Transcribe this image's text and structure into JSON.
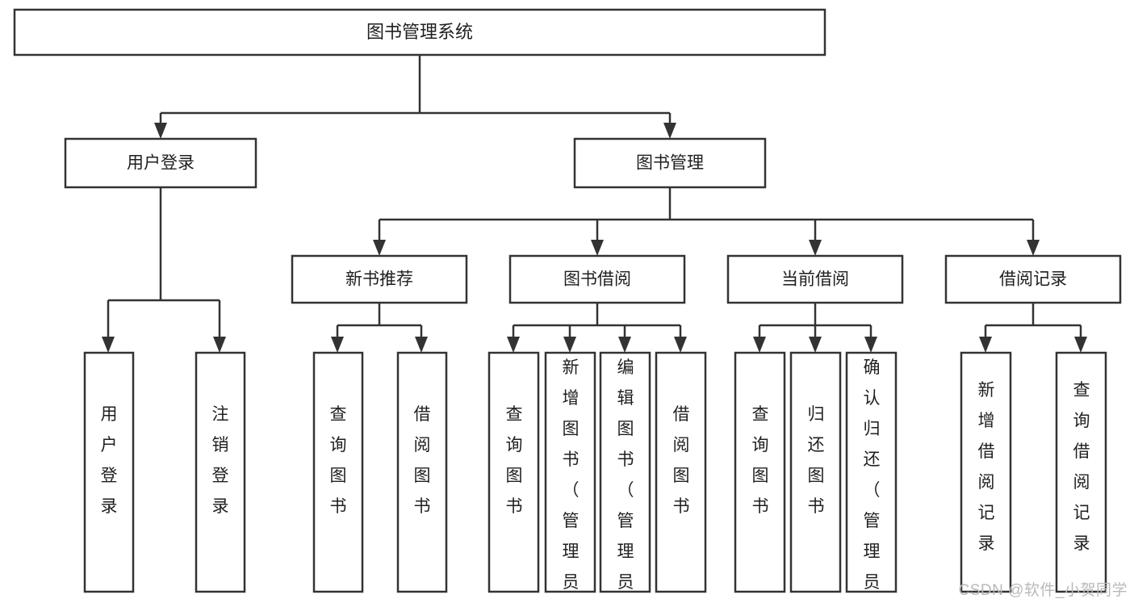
{
  "diagram": {
    "title": "图书管理系统",
    "type": "tree-hierarchy",
    "watermark": "CSDN @软件_小贺同学",
    "colors": {
      "stroke": "#333333",
      "fill": "#ffffff",
      "text": "#1f1f1f",
      "watermark": "#b9b9b9"
    },
    "root": {
      "label": "图书管理系统"
    },
    "level2": [
      {
        "label": "用户登录"
      },
      {
        "label": "图书管理"
      }
    ],
    "level3": [
      {
        "label": "新书推荐"
      },
      {
        "label": "图书借阅"
      },
      {
        "label": "当前借阅"
      },
      {
        "label": "借阅记录"
      }
    ],
    "leaves_user_login": [
      {
        "label": "用户登录"
      },
      {
        "label": "注销登录"
      }
    ],
    "leaves_new_book": [
      {
        "label": "查询图书"
      },
      {
        "label": "借阅图书"
      }
    ],
    "leaves_borrow": [
      {
        "label": "查询图书"
      },
      {
        "label": "新增图书（管理员）"
      },
      {
        "label": "编辑图书（管理员）"
      },
      {
        "label": "借阅图书"
      }
    ],
    "leaves_current": [
      {
        "label": "查询图书"
      },
      {
        "label": "归还图书"
      },
      {
        "label": "确认归还（管理员）"
      }
    ],
    "leaves_records": [
      {
        "label": "新增借阅记录"
      },
      {
        "label": "查询借阅记录"
      }
    ]
  }
}
